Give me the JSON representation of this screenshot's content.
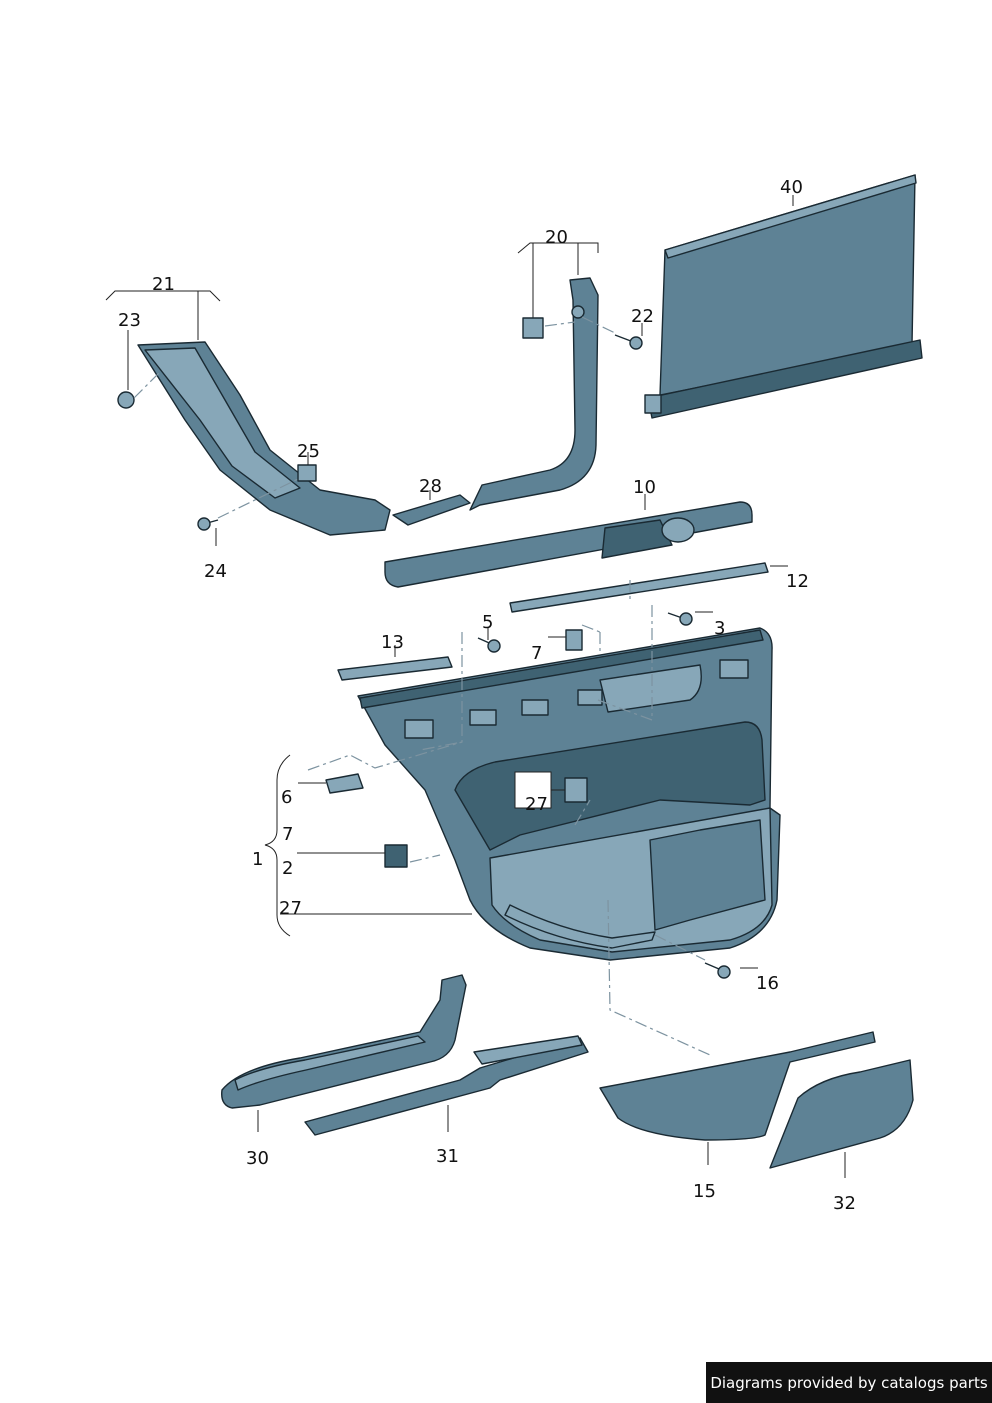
{
  "credit": "Diagrams provided by catalogs parts",
  "callouts": {
    "c40": "40",
    "c20": "20",
    "c21": "21",
    "c22": "22",
    "c23": "23",
    "c25": "25",
    "c24": "24",
    "c28": "28",
    "c10": "10",
    "c12": "12",
    "c5": "5",
    "c3": "3",
    "c13": "13",
    "c7a": "7",
    "c27a": "27",
    "c6": "6",
    "c7b": "7",
    "c1": "1",
    "c2": "2",
    "c27b": "27",
    "c16": "16",
    "c30": "30",
    "c31": "31",
    "c15": "15",
    "c32": "32"
  },
  "colors": {
    "part_fill": "#5e8295",
    "part_highlight": "#87a7b8",
    "part_shadow": "#3f6272",
    "outline": "#1a2a33",
    "dash_line": "#7d93a0"
  }
}
